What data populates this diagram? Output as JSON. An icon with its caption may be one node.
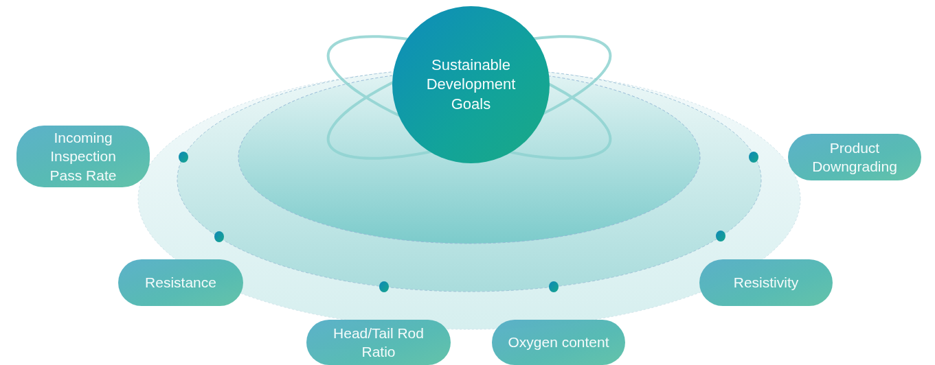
{
  "diagram": {
    "nodes": [
      {
        "text": [
          "Sustainable Development Goals"
        ]
      },
      {
        "text": [
          "Incoming Inspection Pass Rate"
        ]
      },
      {
        "text": [
          "Product Downgrading"
        ]
      },
      {
        "text": [
          "Resistance"
        ]
      },
      {
        "text": [
          "Resistivity"
        ]
      },
      {
        "text": [
          "Head/Tail Rod Ratio"
        ]
      },
      {
        "text": [
          "Oxygen content"
        ]
      }
    ]
  }
}
